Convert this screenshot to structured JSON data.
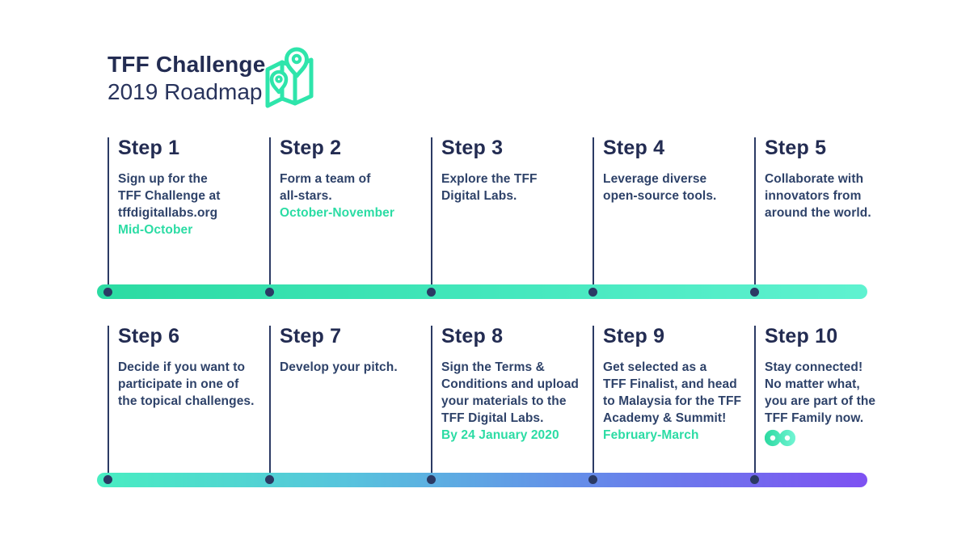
{
  "header": {
    "title": "TFF Challenge",
    "subtitle": "2019 Roadmap"
  },
  "icons": {
    "map_icon": "folded-map-with-two-location-pins",
    "infinity_icon": "infinity-symbol"
  },
  "colors": {
    "heading_navy": "#232C52",
    "body_navy": "#2E4269",
    "accent_teal": "#2BDCA4",
    "timeline_line_navy": "#2B3A64",
    "bar1_gradient": [
      "#2BDBA2",
      "#5FF2D0"
    ],
    "bar2_gradient": [
      "#48EEC1",
      "#57C4DD",
      "#6687EA",
      "#7E51F2"
    ]
  },
  "steps": [
    {
      "title": "Step 1",
      "body": "Sign up for the\nTFF Challenge at\ntffdigitallabs.org",
      "date": "Mid-October"
    },
    {
      "title": "Step 2",
      "body": "Form a team of\nall-stars.",
      "date": "October-November"
    },
    {
      "title": "Step 3",
      "body": "Explore the TFF\nDigital Labs.",
      "date": ""
    },
    {
      "title": "Step 4",
      "body": "Leverage diverse\nopen-source tools.",
      "date": ""
    },
    {
      "title": "Step 5",
      "body": "Collaborate with\ninnovators from\naround the world.",
      "date": ""
    },
    {
      "title": "Step 6",
      "body": "Decide if you want to\nparticipate in one of\nthe topical challenges.",
      "date": ""
    },
    {
      "title": "Step 7",
      "body": "Develop your pitch.",
      "date": ""
    },
    {
      "title": "Step 8",
      "body": "Sign the Terms &\nConditions and upload\nyour materials to the\nTFF Digital Labs.",
      "date": "By 24 January 2020"
    },
    {
      "title": "Step 9",
      "body": "Get selected as a\nTFF Finalist, and head\nto Malaysia for the TFF\nAcademy & Summit!",
      "date": "February-March"
    },
    {
      "title": "Step 10",
      "body": "Stay connected!\nNo matter what,\nyou are part of the\nTFF Family now.",
      "date": ""
    }
  ]
}
